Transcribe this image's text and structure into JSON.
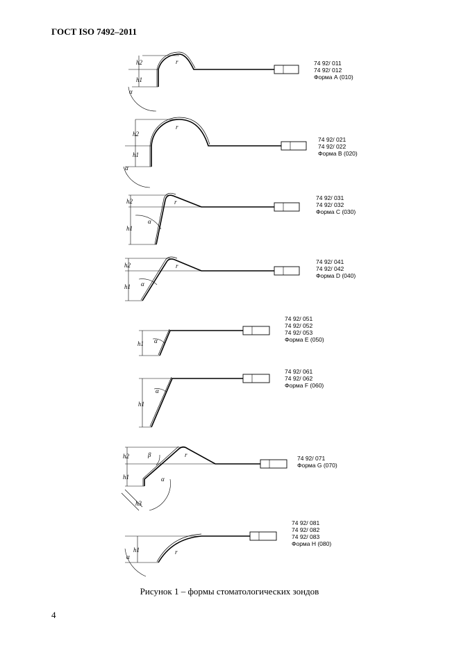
{
  "header": {
    "title": "ГОСТ ISO 7492–2011"
  },
  "figure": {
    "caption": "Рисунок 1 – формы стоматологических зондов",
    "forms": [
      {
        "codes": [
          "74 92/ 011",
          "74 92/ 012"
        ],
        "form": "Форма А (010)"
      },
      {
        "codes": [
          "74 92/ 021",
          "74 92/ 022"
        ],
        "form": "Форма В (020)"
      },
      {
        "codes": [
          "74 92/ 031",
          "74 92/ 032"
        ],
        "form": "Форма С (030)"
      },
      {
        "codes": [
          "74 92/ 041",
          "74 92/ 042"
        ],
        "form": "Форма D (040)"
      },
      {
        "codes": [
          "74 92/ 051",
          "74 92/ 052",
          "74 92/ 053"
        ],
        "form": "Форма Е (050)"
      },
      {
        "codes": [
          "74 92/ 061",
          "74 92/ 062"
        ],
        "form": "Форма F (060)"
      },
      {
        "codes": [
          "74 92/ 071"
        ],
        "form": "Форма G (070)"
      },
      {
        "codes": [
          "74 92/ 081",
          "74 92/ 082",
          "74 92/ 083"
        ],
        "form": "Форма Н (080)"
      }
    ],
    "dim_labels": {
      "h1": "h1",
      "h2": "h2",
      "h3": "h3",
      "r": "r",
      "alpha": "α",
      "beta": "β"
    }
  },
  "footer": {
    "page_number": "4"
  }
}
